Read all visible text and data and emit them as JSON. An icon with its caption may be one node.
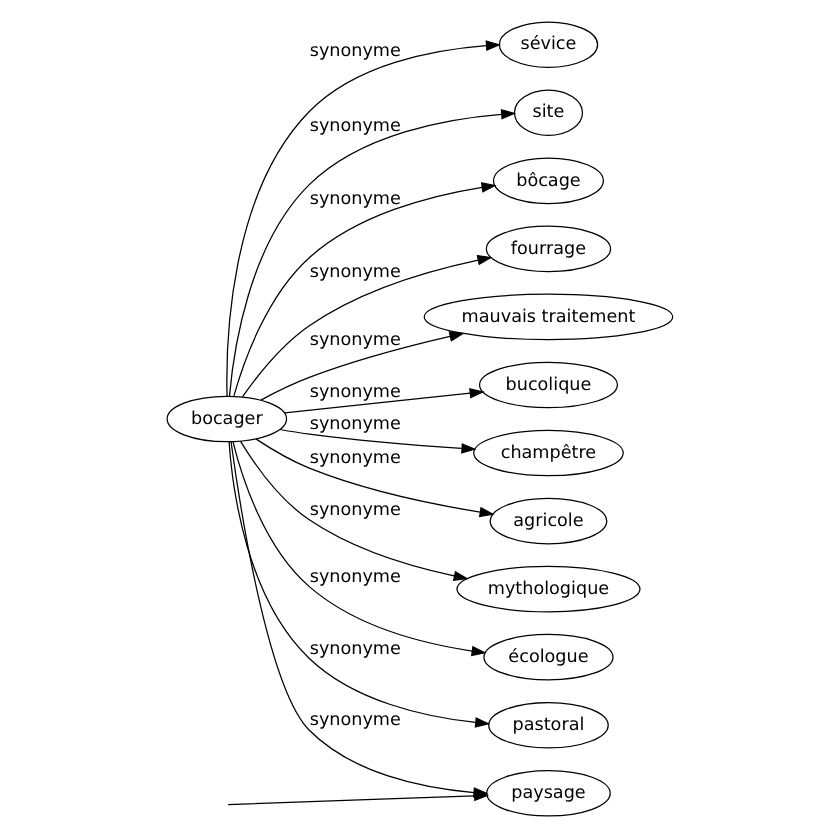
{
  "diagram": {
    "nodes": [
      {
        "text": [
          "bocager"
        ]
      },
      {
        "text": [
          "sévice"
        ]
      },
      {
        "text": [
          "site"
        ]
      },
      {
        "text": [
          "bôcage"
        ]
      },
      {
        "text": [
          "fourrage"
        ]
      },
      {
        "text": [
          "mauvais traitement"
        ]
      },
      {
        "text": [
          "bucolique"
        ]
      },
      {
        "text": [
          "champêtre"
        ]
      },
      {
        "text": [
          "agricole"
        ]
      },
      {
        "text": [
          "mythologique"
        ]
      },
      {
        "text": [
          "écologue"
        ]
      },
      {
        "text": [
          "pastoral"
        ]
      },
      {
        "text": [
          "paysage"
        ]
      }
    ],
    "edges": [
      {
        "from": 0,
        "to": 1,
        "arrow": "to",
        "label": "synonyme"
      },
      {
        "from": 0,
        "to": 2,
        "arrow": "to",
        "label": "synonyme"
      },
      {
        "from": 0,
        "to": 3,
        "arrow": "to",
        "label": "synonyme"
      },
      {
        "from": 0,
        "to": 4,
        "arrow": "to",
        "label": "synonyme"
      },
      {
        "from": 0,
        "to": 5,
        "arrow": "to",
        "label": "synonyme"
      },
      {
        "from": 0,
        "to": 6,
        "arrow": "to",
        "label": "synonyme"
      },
      {
        "from": 0,
        "to": 7,
        "arrow": "to",
        "label": "synonyme"
      },
      {
        "from": 0,
        "to": 8,
        "arrow": "to",
        "label": "synonyme"
      },
      {
        "from": 0,
        "to": 9,
        "arrow": "to",
        "label": "synonyme"
      },
      {
        "from": 0,
        "to": 10,
        "arrow": "to",
        "label": "synonyme"
      },
      {
        "from": 0,
        "to": 11,
        "arrow": "to",
        "label": "synonyme"
      },
      {
        "from": 0,
        "to": 12,
        "arrow": "to",
        "label": "synonyme"
      },
      {
        "from": null,
        "to": 12,
        "arrow": "to"
      }
    ]
  }
}
